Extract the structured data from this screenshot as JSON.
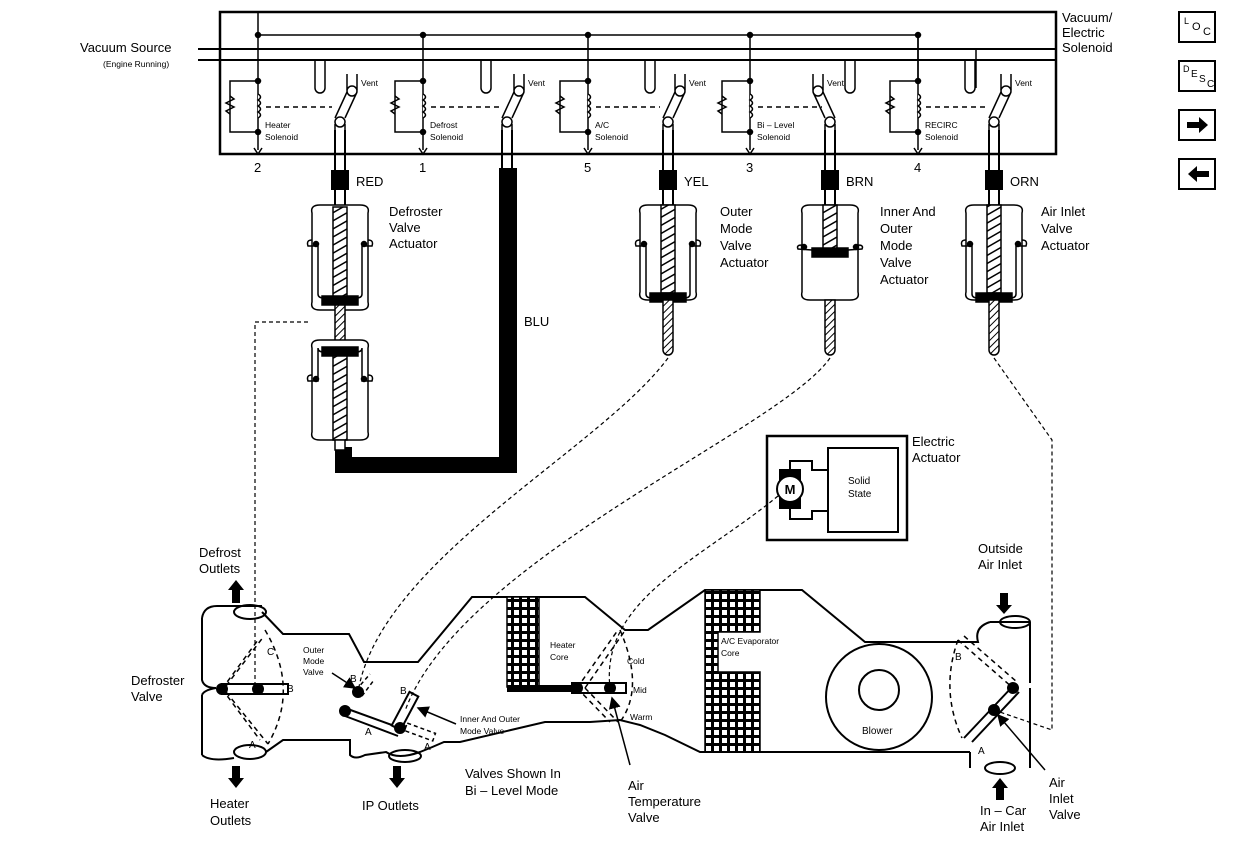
{
  "diagram": {
    "title": "Vacuum/Electric Solenoid",
    "solenoid_block": {
      "label_lines": [
        "Vacuum/",
        "Electric",
        "Solenoid"
      ],
      "vacuum_source": "Vacuum Source",
      "vacuum_source_note": "(Engine Running)",
      "vent_label": "Vent",
      "solenoids": [
        {
          "name_lines": [
            "Heater",
            "Solenoid"
          ],
          "terminal": "2"
        },
        {
          "name_lines": [
            "Defrost",
            "Solenoid"
          ],
          "terminal": "1"
        },
        {
          "name_lines": [
            "A/C",
            "Solenoid"
          ],
          "terminal": "5"
        },
        {
          "name_lines": [
            "Bi – Level",
            "Solenoid"
          ],
          "terminal": "3"
        },
        {
          "name_lines": [
            "RECIRC",
            "Solenoid"
          ],
          "terminal": "4"
        }
      ]
    },
    "hoses": {
      "red": "RED",
      "blu": "BLU",
      "yel": "YEL",
      "brn": "BRN",
      "orn": "ORN"
    },
    "actuators": {
      "defroster": [
        "Defroster",
        "Valve",
        "Actuator"
      ],
      "outer_mode": [
        "Outer",
        "Mode",
        "Valve",
        "Actuator"
      ],
      "inner_outer_mode": [
        "Inner And",
        "Outer",
        "Mode",
        "Valve",
        "Actuator"
      ],
      "air_inlet": [
        "Air Inlet",
        "Valve",
        "Actuator"
      ],
      "electric": [
        "Electric",
        "Actuator"
      ],
      "motor": "M",
      "solid_state": [
        "Solid",
        "State"
      ]
    },
    "ductwork": {
      "defrost_outlets": [
        "Defrost",
        "Outlets"
      ],
      "heater_outlets": [
        "Heater",
        "Outlets"
      ],
      "defroster_valve": [
        "Defroster",
        "Valve"
      ],
      "ip_outlets": "IP Outlets",
      "outer_mode_valve": [
        "Outer",
        "Mode",
        "Valve"
      ],
      "inner_outer_mode_valve": [
        "Inner And Outer",
        "Mode Valve"
      ],
      "heater_core": [
        "Heater",
        "Core"
      ],
      "ac_evaporator_core": [
        "A/C Evaporator",
        "Core"
      ],
      "air_temperature_valve": [
        "Air",
        "Temperature",
        "Valve"
      ],
      "temp_positions": {
        "cold": "Cold",
        "mid": "Mid",
        "warm": "Warm"
      },
      "blower": "Blower",
      "outside_air_inlet": [
        "Outside",
        "Air Inlet"
      ],
      "in_car_air_inlet": [
        "In – Car",
        "Air Inlet"
      ],
      "air_inlet_valve": [
        "Air",
        "Inlet",
        "Valve"
      ],
      "mode_note": [
        "Valves Shown In",
        "Bi – Level Mode"
      ],
      "pos_a": "A",
      "pos_b": "B",
      "pos_c": "C"
    }
  },
  "nav": {
    "loc": {
      "l": "L",
      "o": "O",
      "c": "C"
    },
    "desc": {
      "d": "D",
      "e": "E",
      "s": "S",
      "c": "C"
    }
  }
}
